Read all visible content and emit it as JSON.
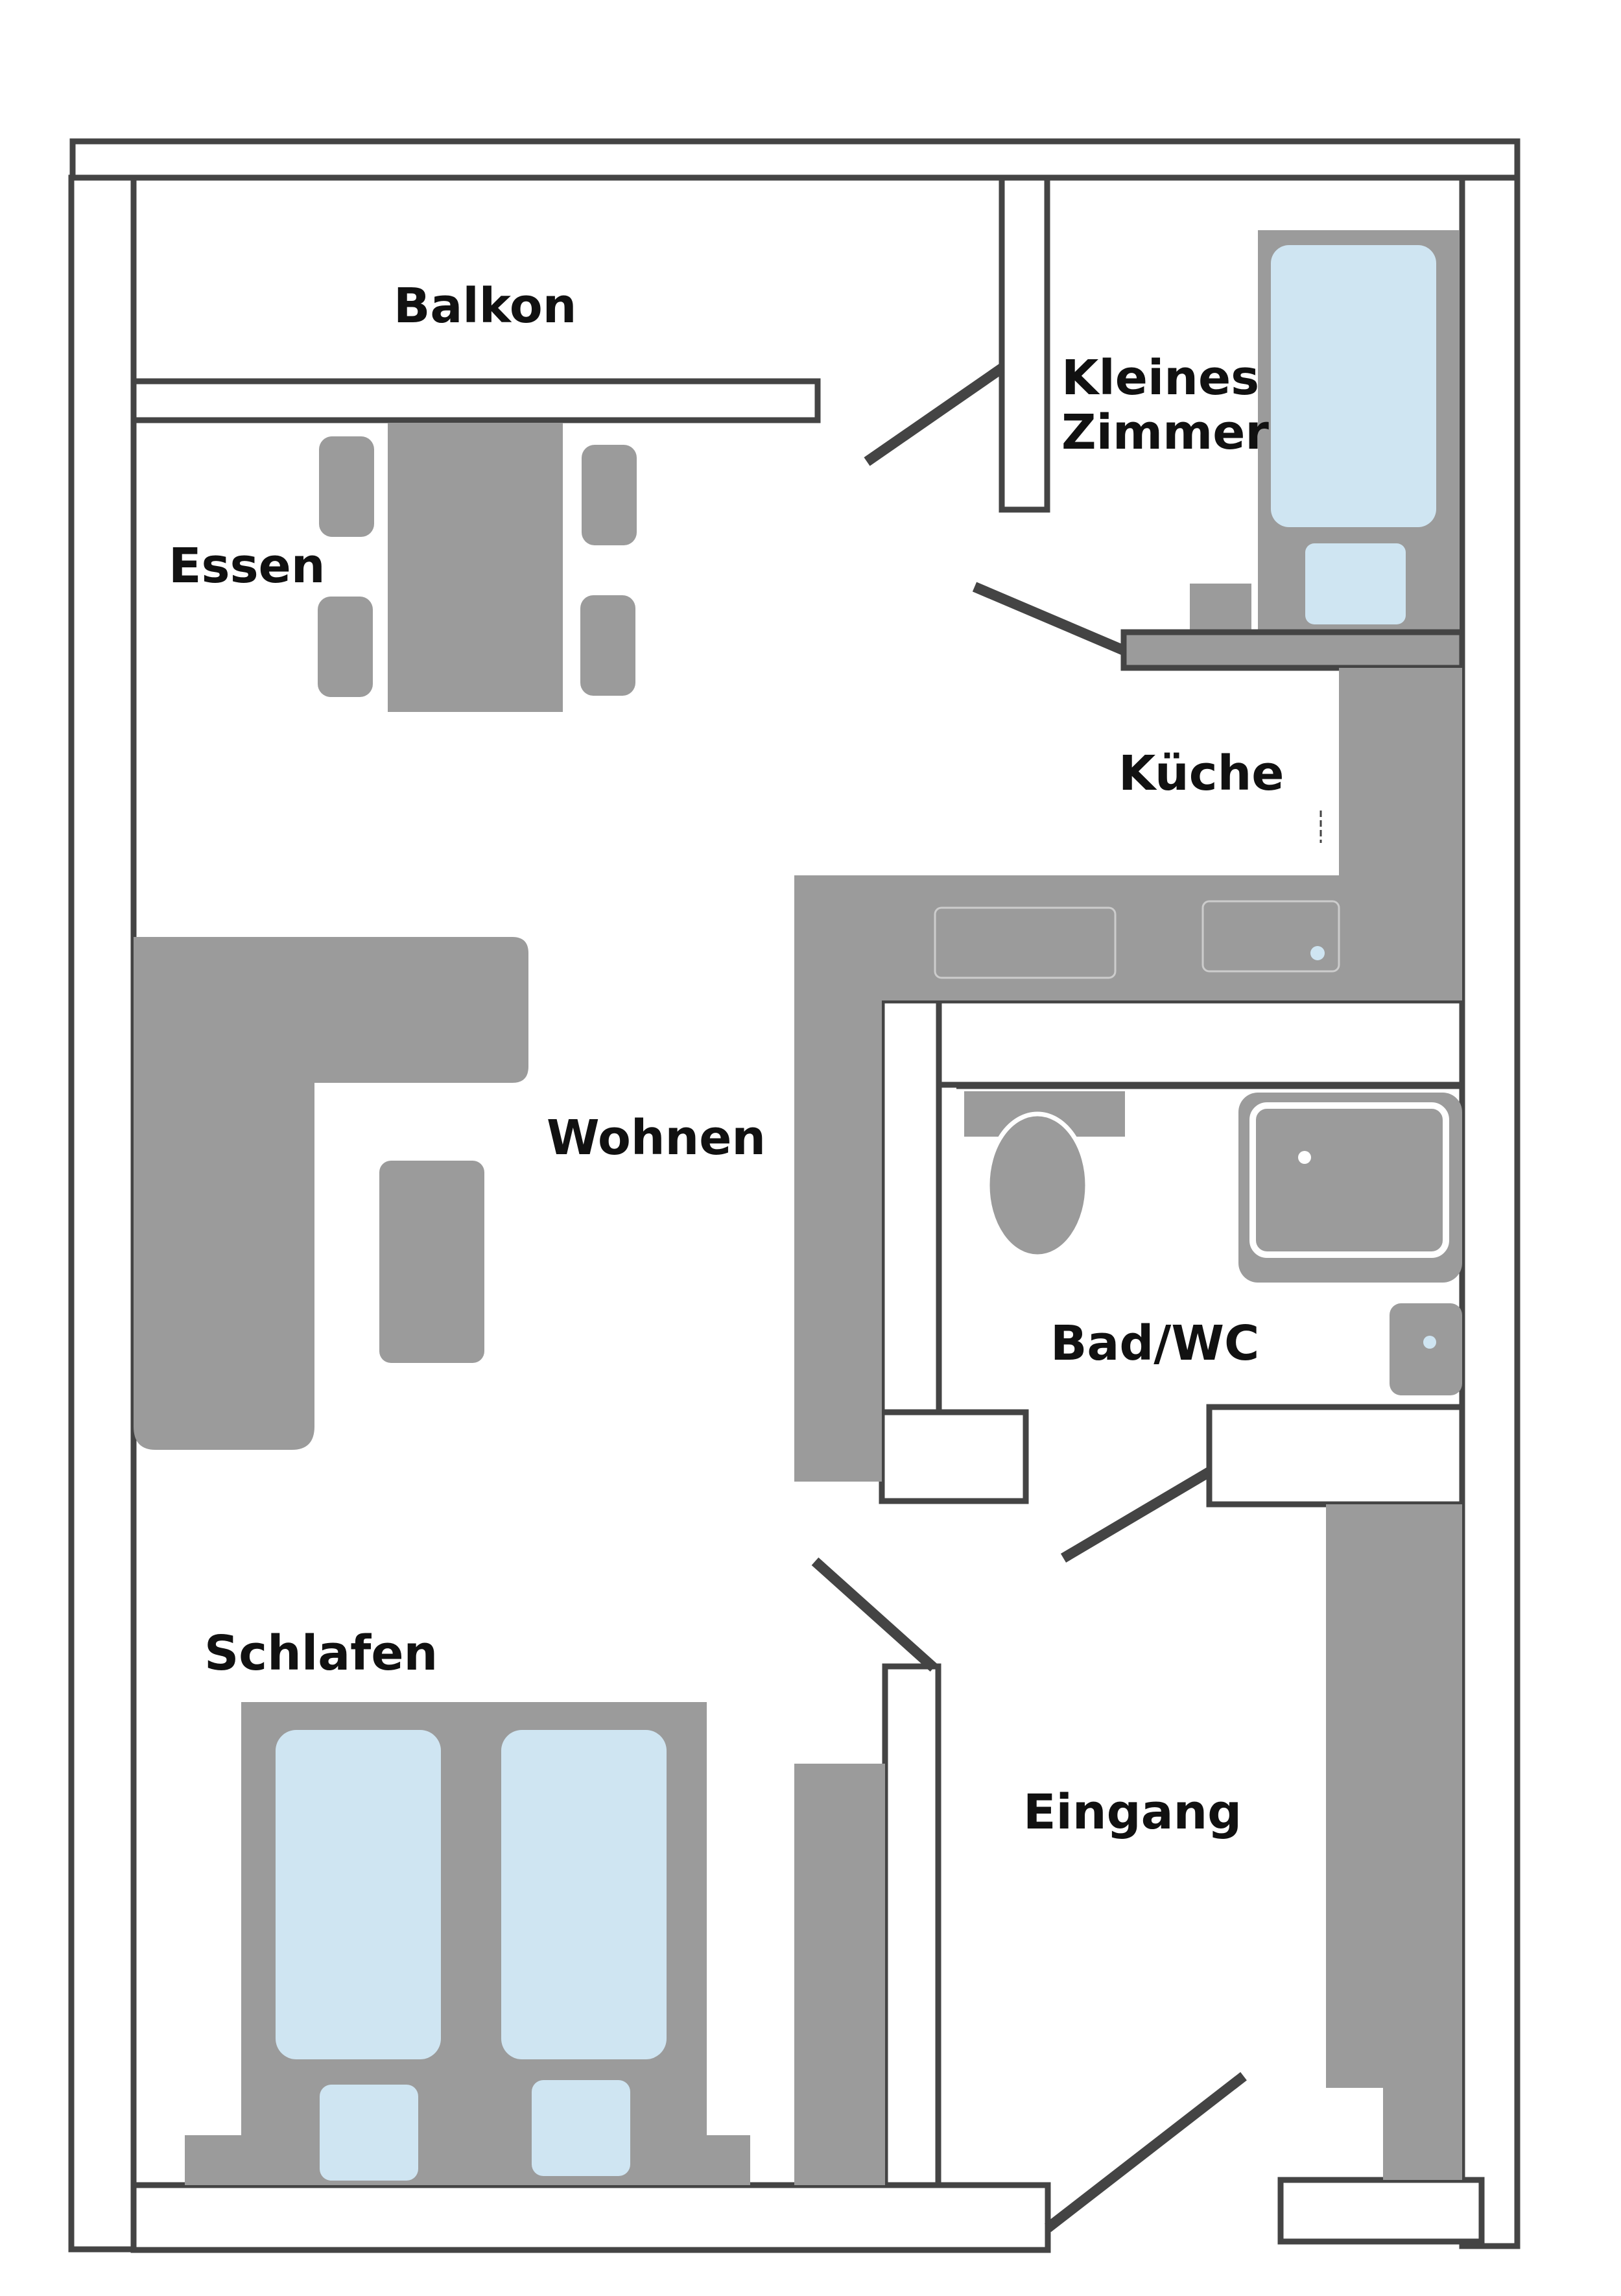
{
  "rooms": {
    "balkon": "Balkon",
    "kleines_zimmer_1": "Kleines",
    "kleines_zimmer_2": "Zimmer",
    "essen": "Essen",
    "kueche": "Küche",
    "wohnen": "Wohnen",
    "bad_wc": "Bad/WC",
    "schlafen": "Schlafen",
    "eingang": "Eingang"
  },
  "colors": {
    "wall_outline": "#444444",
    "furniture": "#9b9b9b",
    "bedding_and_basins": "#cfe5f2",
    "background": "#ffffff"
  }
}
